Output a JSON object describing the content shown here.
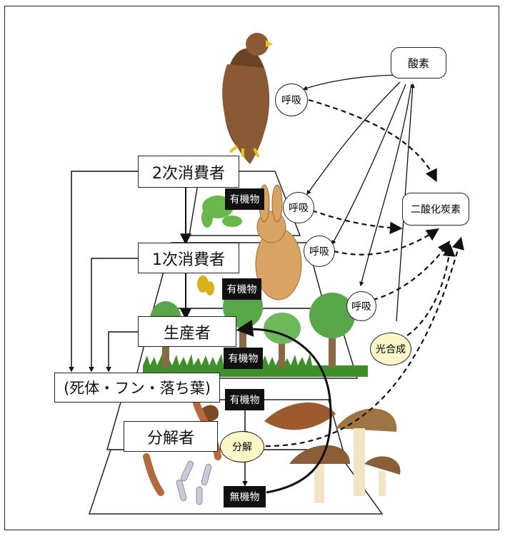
{
  "labels": {
    "second_consumer": "2次消費者",
    "first_consumer": "1次消費者",
    "producer": "生産者",
    "dead_matter": "(死体・フン・落ち葉)",
    "decomposer": "分解者"
  },
  "tags": {
    "organic_1": "有機物",
    "organic_2": "有機物",
    "organic_3": "有機物",
    "organic_4": "有機物",
    "inorganic": "無機物"
  },
  "processes": {
    "respiration_1": "呼吸",
    "respiration_2": "呼吸",
    "respiration_3": "呼吸",
    "respiration_4": "呼吸",
    "photosynthesis": "光合成",
    "decomposition": "分解"
  },
  "gases": {
    "oxygen": "酸素",
    "carbon_dioxide": "二酸化炭素"
  }
}
